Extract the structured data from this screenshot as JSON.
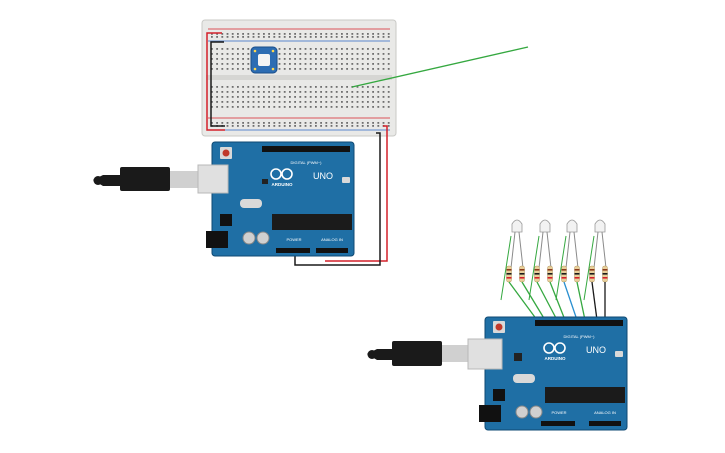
{
  "board_top": {
    "logo_text": "ARDUINO",
    "model": "UNO",
    "label_digital": "DIGITAL (PWM~)",
    "label_power": "POWER",
    "label_analog": "ANALOG IN"
  },
  "board_bottom": {
    "logo_text": "ARDUINO",
    "model": "UNO",
    "label_digital": "DIGITAL (PWM~)",
    "label_power": "POWER",
    "label_analog": "ANALOG IN"
  },
  "colors": {
    "board": "#1f6fa5",
    "board_edge": "#0f4a73",
    "breadboard": "#e9e9e7",
    "wire_red": "#d4202a",
    "wire_black": "#1a1a1a",
    "wire_green": "#35a840",
    "wire_blue": "#2a8fd0",
    "usb_plug": "#1a1a1a",
    "sensor": "#2d6db3"
  },
  "icons": {
    "reset_button": "reset-button-icon",
    "usb_cable": "usb-cable-icon",
    "sensor_module": "sensor-module-icon",
    "infinity_logo": "arduino-logo-icon",
    "resistor": "resistor-icon",
    "led": "led-icon"
  }
}
